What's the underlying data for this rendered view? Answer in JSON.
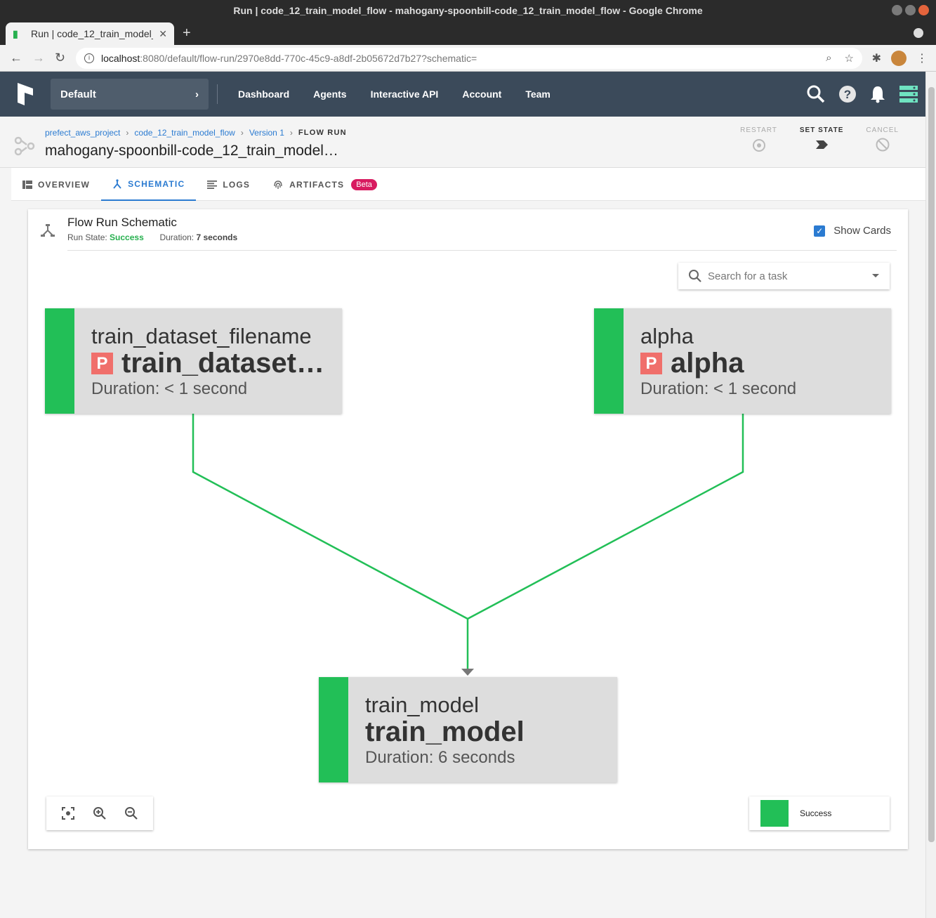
{
  "browser": {
    "window_title": "Run | code_12_train_model_flow - mahogany-spoonbill-code_12_train_model_flow - Google Chrome",
    "tab_title": "Run | code_12_train_model_flow",
    "url_host": "localhost",
    "url_path": ":8080/default/flow-run/2970e8dd-770c-45c9-a8df-2b05672d7b27?schematic="
  },
  "header": {
    "team": "Default",
    "nav": [
      "Dashboard",
      "Agents",
      "Interactive API",
      "Account",
      "Team"
    ]
  },
  "breadcrumb": {
    "project": "prefect_aws_project",
    "flow": "code_12_train_model_flow",
    "version": "Version 1",
    "current": "FLOW RUN"
  },
  "run_title": "mahogany-spoonbill-code_12_train_model…",
  "actions": {
    "restart": "RESTART",
    "set_state": "SET STATE",
    "cancel": "CANCEL"
  },
  "tabs": {
    "overview": "OVERVIEW",
    "schematic": "SCHEMATIC",
    "logs": "LOGS",
    "artifacts": "ARTIFACTS",
    "beta": "Beta"
  },
  "schematic": {
    "title": "Flow Run Schematic",
    "run_state_label": "Run State:",
    "run_state": "Success",
    "duration_label": "Duration:",
    "duration": "7 seconds",
    "show_cards": "Show Cards",
    "search_placeholder": "Search for a task"
  },
  "nodes": {
    "train_dataset": {
      "name": "train_dataset_filename",
      "label": "train_dataset…",
      "badge": "P",
      "duration": "Duration: < 1 second"
    },
    "alpha": {
      "name": "alpha",
      "label": "alpha",
      "badge": "P",
      "duration": "Duration: < 1 second"
    },
    "train_model": {
      "name": "train_model",
      "label": "train_model",
      "duration": "Duration: 6 seconds"
    }
  },
  "legend": {
    "success": "Success"
  },
  "colors": {
    "success": "#22bf57",
    "header": "#3b4a5a",
    "accent": "#2b7bd1",
    "beta": "#d81b60",
    "param_badge": "#f06f6b"
  }
}
